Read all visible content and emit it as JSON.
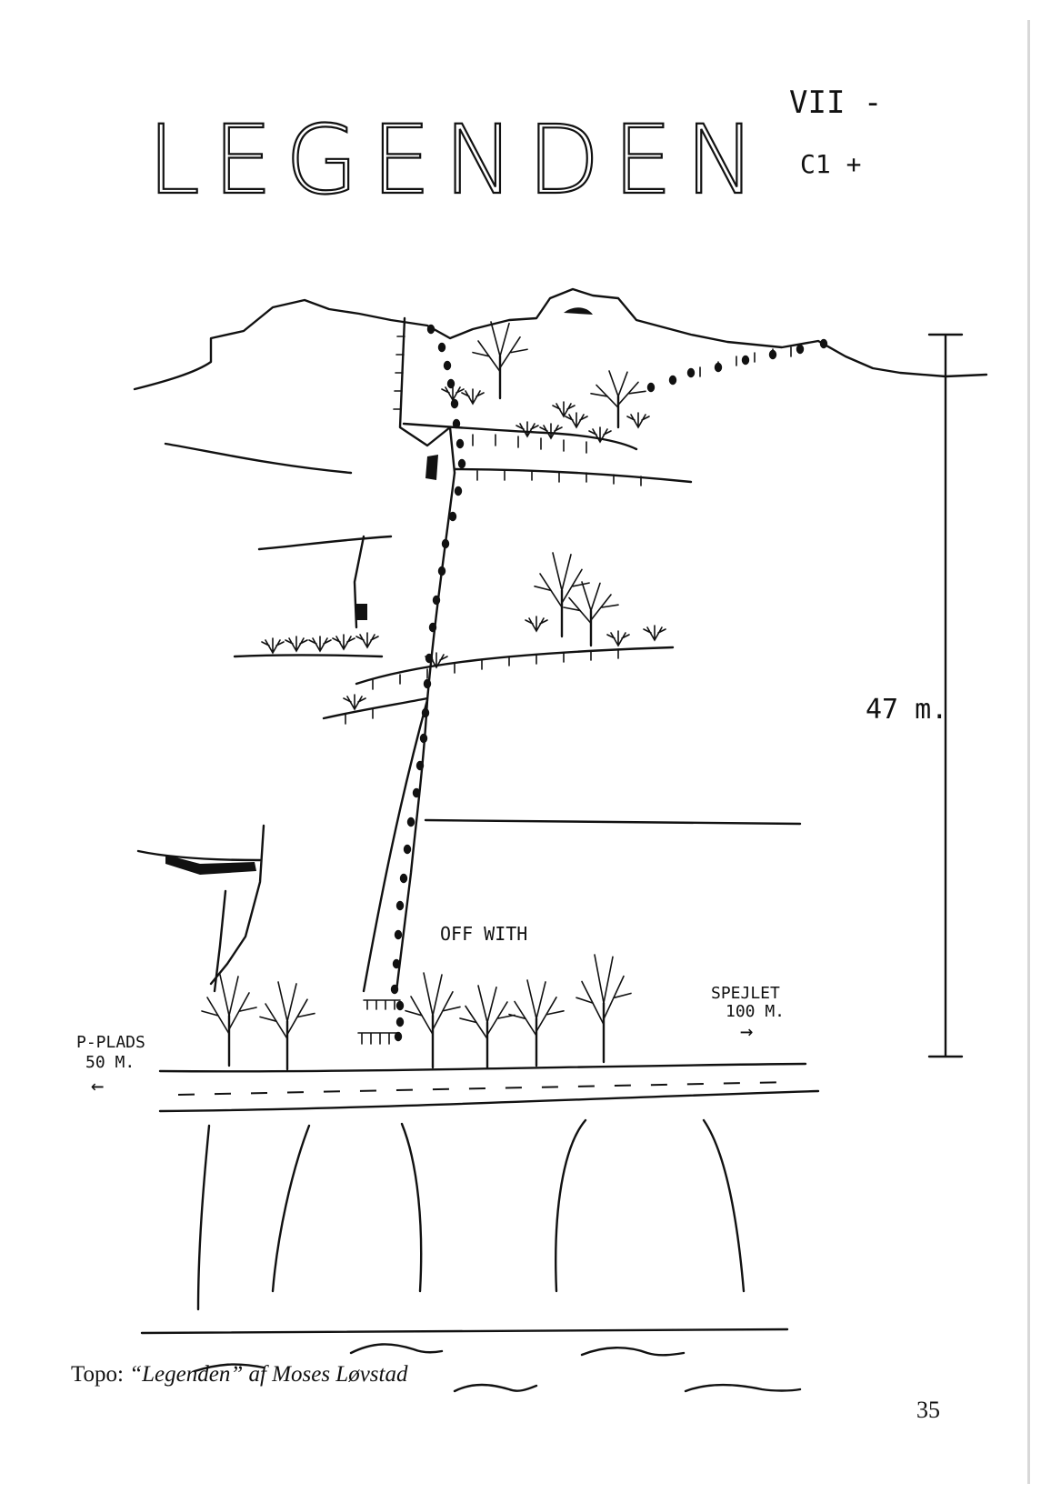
{
  "topo": {
    "title": "LEGENDEN",
    "grade_free": "VII -",
    "grade_aid": "C1 +",
    "height_label": "47 m.",
    "route_note": "OFF WITH",
    "right_sign": {
      "name": "SPEJLET",
      "distance": "100 M.",
      "arrow": "→"
    },
    "left_sign": {
      "name": "P-PLADS",
      "distance": "50 M.",
      "arrow": "←"
    }
  },
  "caption": {
    "prefix": "Topo: ",
    "quoted": "“Legenden”",
    "suffix": " af Moses Løvstad"
  },
  "page_number": "35"
}
